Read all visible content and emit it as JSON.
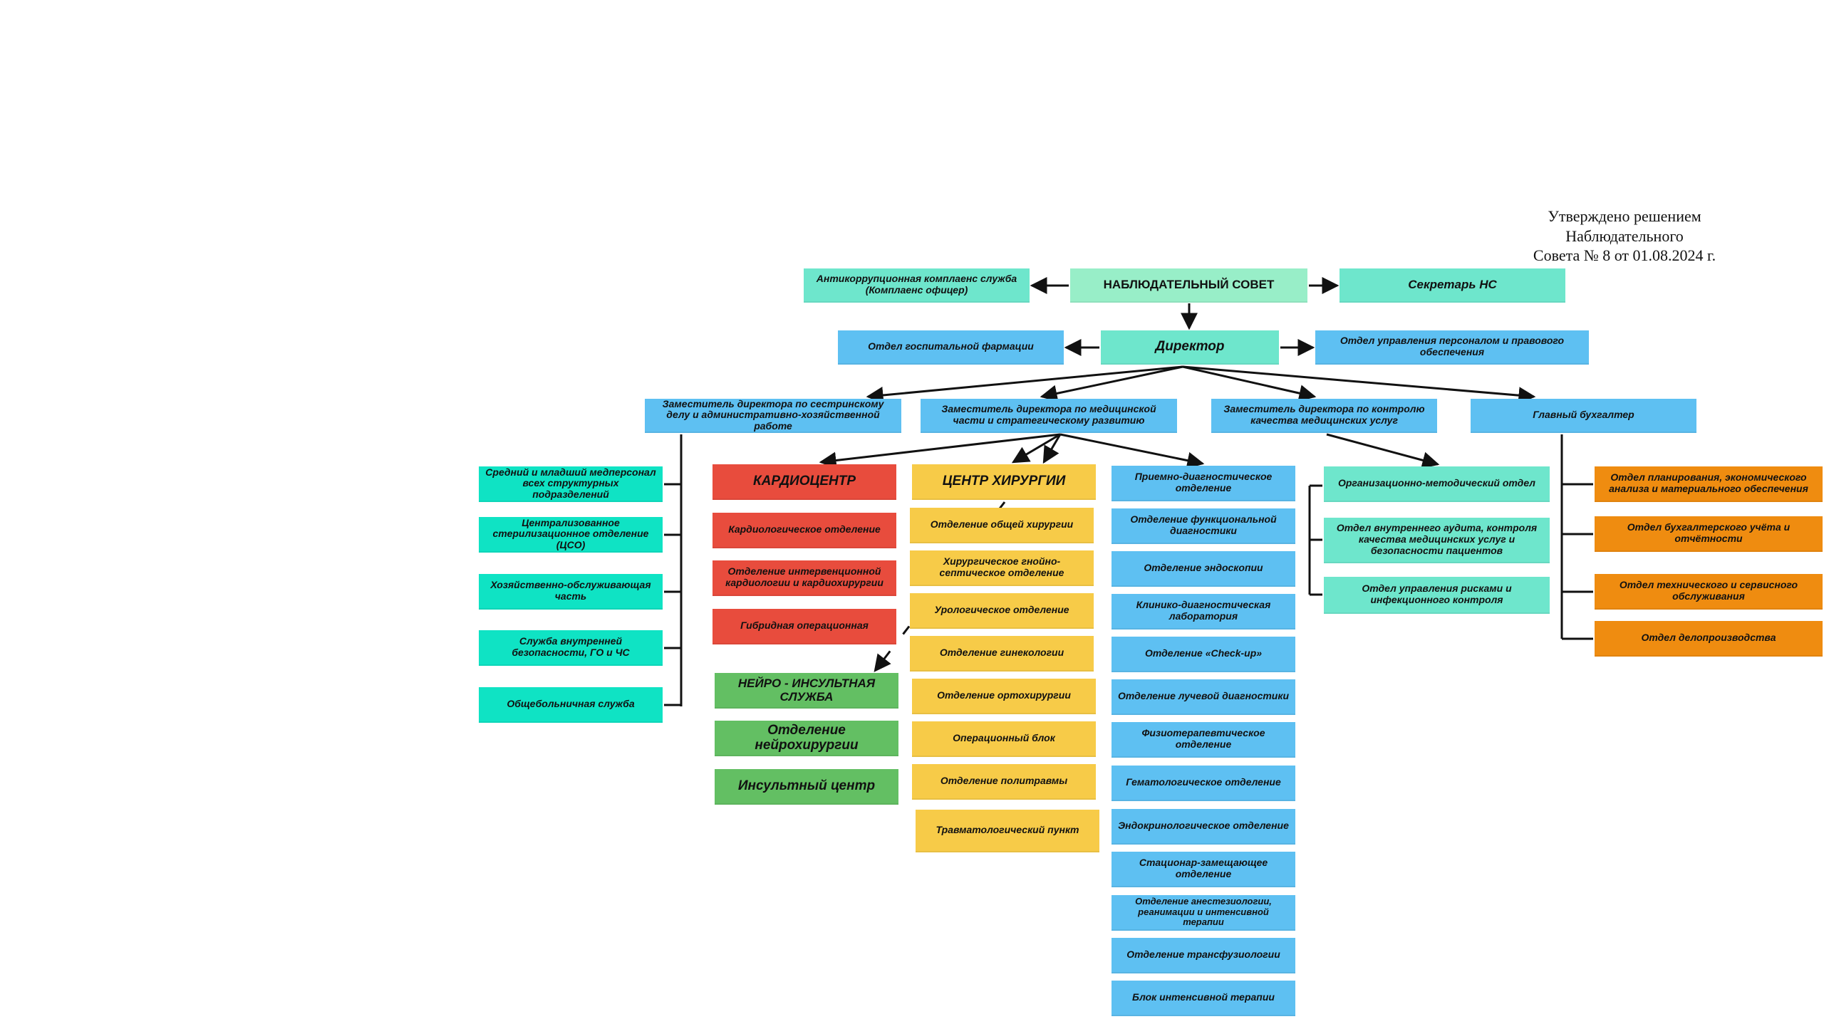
{
  "approval": {
    "line1": "Утверждено решением Наблюдательного",
    "line2": "Совета № 8 от 01.08.2024 г."
  },
  "colors": {
    "mint": "#6ee6cc",
    "light_mint": "#98eec8",
    "sky": "#5ec0f2",
    "teal": "#0fe3c4",
    "red": "#e84c3d",
    "yellow": "#f7cb48",
    "green": "#63bf63",
    "orange": "#ef8c10",
    "line": "#111111"
  },
  "nodes": {
    "council": "НАБЛЮДАТЕЛЬНЫЙ СОВЕТ",
    "anticorruption": "Антикоррупционная комплаенс служба (Комплаенс офицер)",
    "secretary": "Секретарь НС",
    "director": "Директор",
    "pharmacy": "Отдел госпитальной фармации",
    "hr": "Отдел управления персоналом и правового обеспечения",
    "deputy_nursing": "Заместитель директора по сестринскому делу и административно-хозяйственной работе",
    "deputy_medical": "Заместитель директора по медицинской части и стратегическому развитию",
    "deputy_quality": "Заместитель директора по контролю качества медицинских услуг",
    "chief_accountant": "Главный бухгалтер"
  },
  "nursing_units": [
    "Средний и младший медперсонал всех структурных подразделений",
    "Централизованное стерилизационное отделение (ЦСО)",
    "Хозяйственно-обслуживающая часть",
    "Служба внутренней безопасности, ГО и ЧС",
    "Общебольничная служба"
  ],
  "cardio": {
    "head": "КАРДИОЦЕНТР",
    "items": [
      "Кардиологическое отделение",
      "Отделение интервенционной кардиологии и кардиохирургии",
      "Гибридная операционная"
    ]
  },
  "neuro": {
    "head": "НЕЙРО - ИНСУЛЬТНАЯ СЛУЖБА",
    "items": [
      "Отделение нейрохирургии",
      "Инсультный центр"
    ]
  },
  "surgery": {
    "head": "ЦЕНТР ХИРУРГИИ",
    "items": [
      "Отделение общей хирургии",
      "Хирургическое гнойно-септическое отделение",
      "Урологическое отделение",
      "Отделение гинекологии",
      "Отделение ортохирургии",
      "Операционный блок",
      "Отделение политравмы",
      "Травматологический пункт"
    ]
  },
  "medical_units": [
    "Приемно-диагностическое отделение",
    "Отделение функциональной диагностики",
    "Отделение эндоскопии",
    "Клинико-диагностическая лаборатория",
    "Отделение «Check-up»",
    "Отделение лучевой диагностики",
    "Физиотерапевтическое отделение",
    "Гематологическое отделение",
    "Эндокринологическое отделение",
    "Стационар-замещающее отделение",
    "Отделение анестезиологии, реанимации и интенсивной терапии",
    "Отделение трансфузиологии",
    "Блок интенсивной терапии"
  ],
  "quality_units": [
    "Организационно-методический отдел",
    "Отдел внутреннего аудита, контроля качества медицинских услуг и безопасности пациентов",
    "Отдел управления рисками и инфекционного контроля"
  ],
  "accounting_units": [
    "Отдел планирования, экономического анализа и материального обеспечения",
    "Отдел бухгалтерского учёта и отчётности",
    "Отдел технического и сервисного обслуживания",
    "Отдел делопроизводства"
  ]
}
